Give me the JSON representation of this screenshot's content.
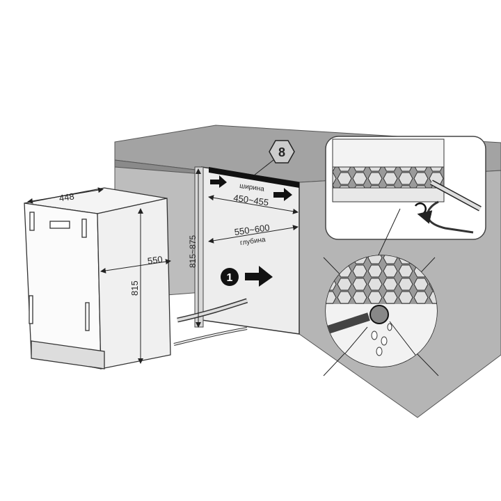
{
  "diagram": {
    "dishwasher": {
      "width_label": "448",
      "depth_label": "550",
      "height_label": "815"
    },
    "niche": {
      "height_label": "815~875",
      "width_word": "ширина",
      "width_label": "450~455",
      "depth_label": "550~600",
      "depth_word": "глубина"
    },
    "callouts": {
      "step_badge": "8",
      "step_number": "1"
    },
    "colors": {
      "countertop": "#9c9c9c",
      "cabinet": "#bdbdbd",
      "niche": "#ececec",
      "line": "#222222"
    }
  }
}
